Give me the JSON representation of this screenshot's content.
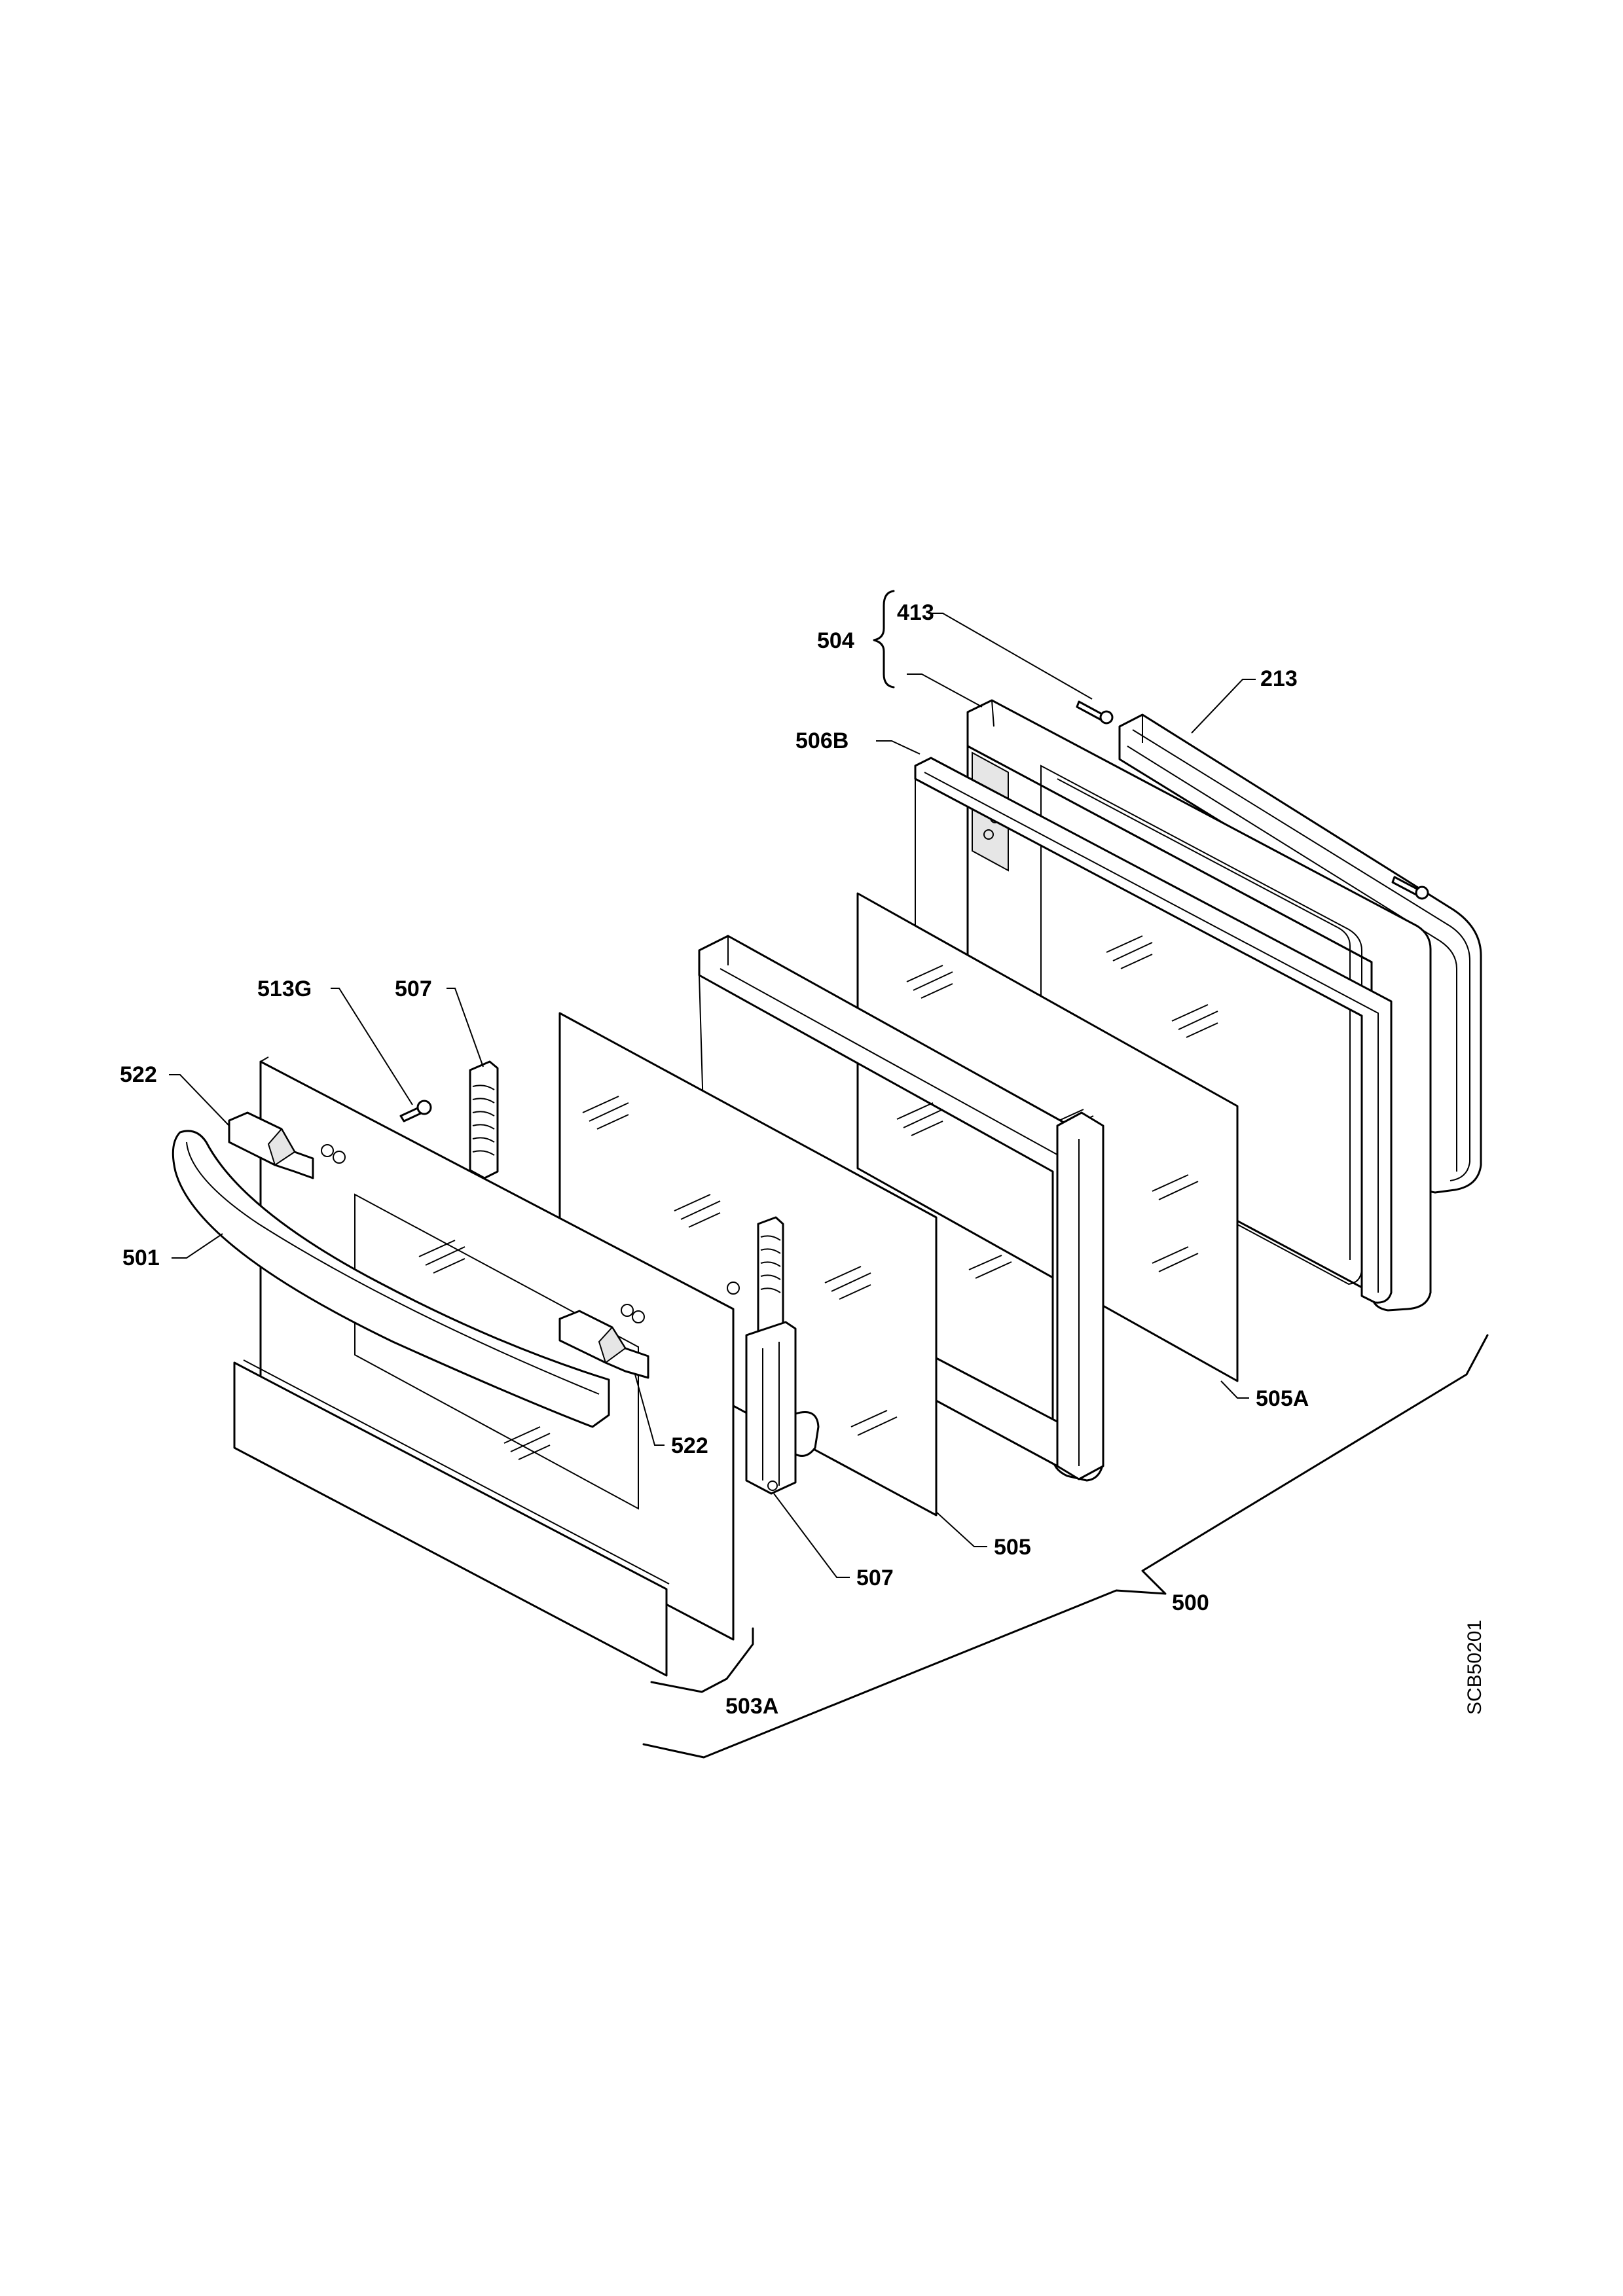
{
  "diagram": {
    "labels": {
      "l413": "413",
      "l504": "504",
      "l213": "213",
      "l506B": "506B",
      "l513G": "513G",
      "l507top": "507",
      "l522left": "522",
      "l501": "501",
      "l522right": "522",
      "l505A": "505A",
      "l505": "505",
      "l507bottom": "507",
      "l500": "500",
      "l503A": "503A"
    },
    "drawing_code": "SCB50201"
  }
}
